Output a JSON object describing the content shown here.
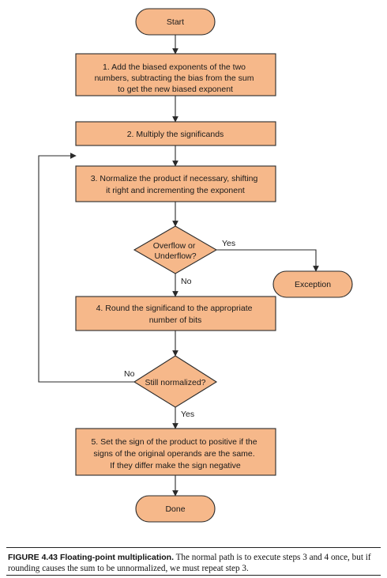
{
  "nodes": {
    "start": "Start",
    "step1": [
      "1. Add the biased exponents of the two",
      "numbers, subtracting the bias from the sum",
      "to get the new biased exponent"
    ],
    "step2": "2. Multiply the significands",
    "step3": [
      "3. Normalize the product if necessary, shifting",
      "it right and incrementing the exponent"
    ],
    "decision1": [
      "Overflow or",
      "Underflow?"
    ],
    "exception": "Exception",
    "step4": [
      "4. Round the significand to the appropriate",
      "number of bits"
    ],
    "decision2": "Still normalized?",
    "step5": [
      "5. Set the sign of the product to positive if the",
      "signs of the original operands are the same.",
      "If they differ make the sign negative"
    ],
    "done": "Done"
  },
  "edges": {
    "overflow_yes": "Yes",
    "overflow_no": "No",
    "normalized_no": "No",
    "normalized_yes": "Yes"
  },
  "caption": {
    "label": "FIGURE 4.43 Floating-point multiplication.",
    "text": " The normal path is to execute steps 3 and 4 once, but if rounding causes the sum to be unnormalized, we must repeat step 3."
  },
  "colors": {
    "box_fill": "#f6b88a",
    "stroke": "#2a2a2a"
  }
}
